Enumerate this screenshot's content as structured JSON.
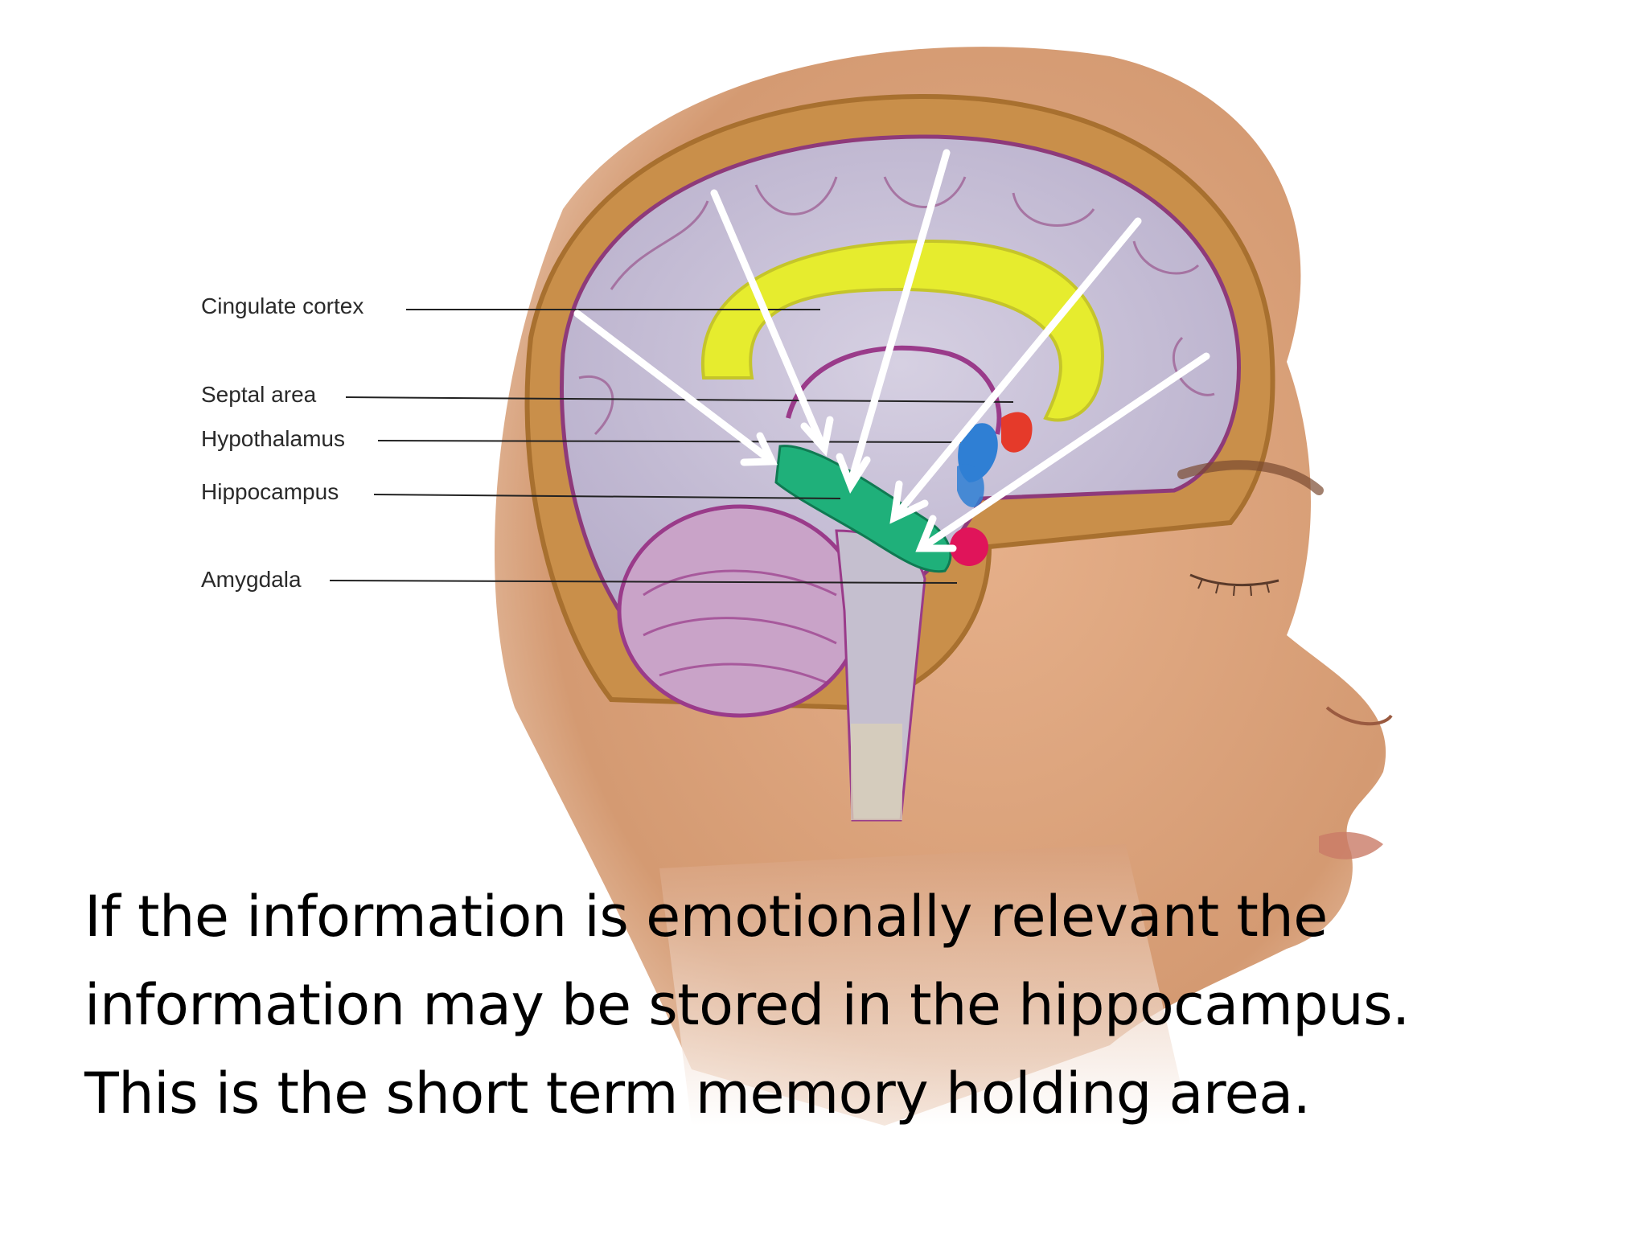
{
  "diagram": {
    "labels": [
      {
        "id": "cingulate",
        "text": "Cingulate cortex"
      },
      {
        "id": "septal",
        "text": "Septal area"
      },
      {
        "id": "hypothalamus",
        "text": "Hypothalamus"
      },
      {
        "id": "hippocampus",
        "text": "Hippocampus"
      },
      {
        "id": "amygdala",
        "text": "Amygdala"
      }
    ],
    "colors": {
      "cingulate": "#e6ec2e",
      "hippocampus": "#1fb07a",
      "amygdala": "#e0145a",
      "septal": "#e53a2a",
      "hypothalamus": "#2f7fd4",
      "skin": "#d9a07a",
      "skull": "#c98f4a",
      "brain": "#c9c2d6",
      "arrows": "#ffffff"
    },
    "arrow_count": 5
  },
  "caption": {
    "line1": "If the information is emotionally relevant the",
    "line2": "information may be stored in the hippocampus.",
    "line3": "This is the short term memory holding area."
  }
}
